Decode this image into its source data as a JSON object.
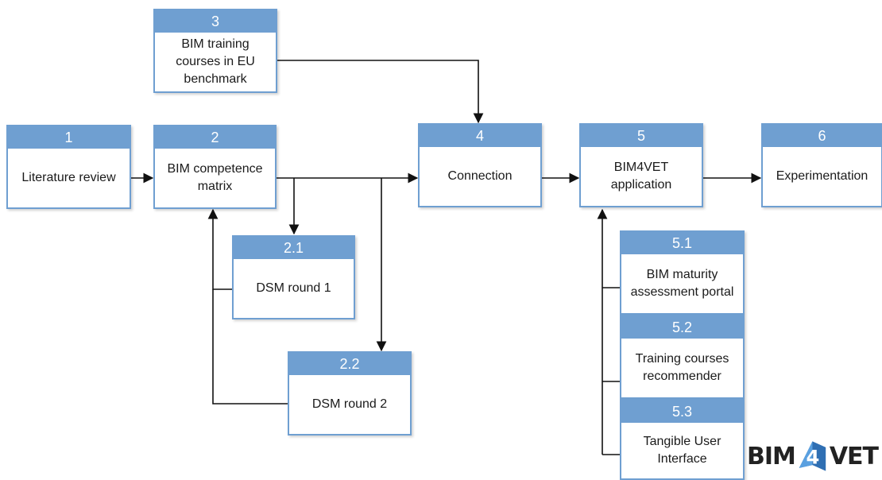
{
  "boxes": [
    {
      "id": "1",
      "label": "Literature review"
    },
    {
      "id": "2",
      "label": "BIM competence matrix"
    },
    {
      "id": "2.1",
      "label": "DSM round 1"
    },
    {
      "id": "2.2",
      "label": "DSM round 2"
    },
    {
      "id": "3",
      "label": "BIM training courses in EU benchmark"
    },
    {
      "id": "4",
      "label": "Connection"
    },
    {
      "id": "5",
      "label": "BIM4VET application"
    },
    {
      "id": "5.1",
      "label": "BIM maturity assessment portal"
    },
    {
      "id": "5.2",
      "label": "Training courses recommender"
    },
    {
      "id": "5.3",
      "label": "Tangible User Interface"
    },
    {
      "id": "6",
      "label": "Experimentation"
    }
  ],
  "logo": {
    "text": "BIM4VET"
  },
  "colors": {
    "accent": "#6f9fd1",
    "arrow": "#111111"
  }
}
